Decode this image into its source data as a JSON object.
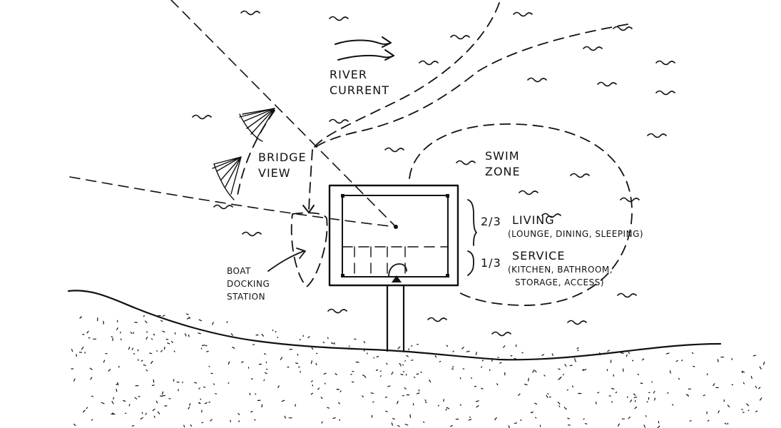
{
  "labels": {
    "river_current": [
      "RIVER",
      "CURRENT"
    ],
    "bridge_view": [
      "BRIDGE",
      "VIEW"
    ],
    "swim_zone": [
      "SWIM",
      "ZONE"
    ],
    "boat_docking": [
      "BOAT",
      "DOCKING",
      "STATION"
    ],
    "living_ratio": "2/3",
    "living_title": "LIVING",
    "living_detail": "(LOUNGE, DINING, SLEEPING)",
    "service_ratio": "1/3",
    "service_title": "SERVICE",
    "service_detail_1": "(KITCHEN, BATHROOM,",
    "service_detail_2": "STORAGE, ACCESS)"
  },
  "colors": {
    "ink": "#111111",
    "paper": "#ffffff"
  }
}
